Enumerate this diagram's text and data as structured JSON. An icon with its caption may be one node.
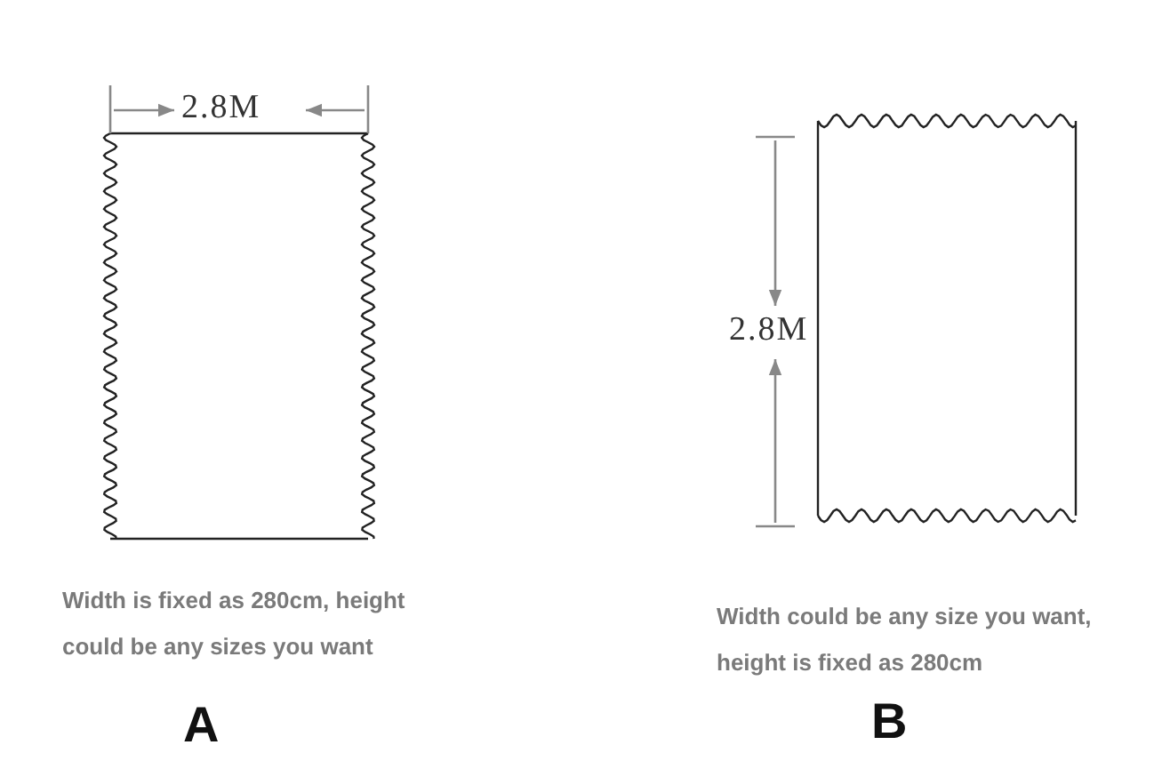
{
  "diagram": {
    "labels": [
      "2.8M",
      "Width is fixed as 280cm, height could be any sizes you want",
      "A",
      "2.8M",
      "Width could be any size you want, height is fixed as 280cm",
      "B"
    ]
  }
}
